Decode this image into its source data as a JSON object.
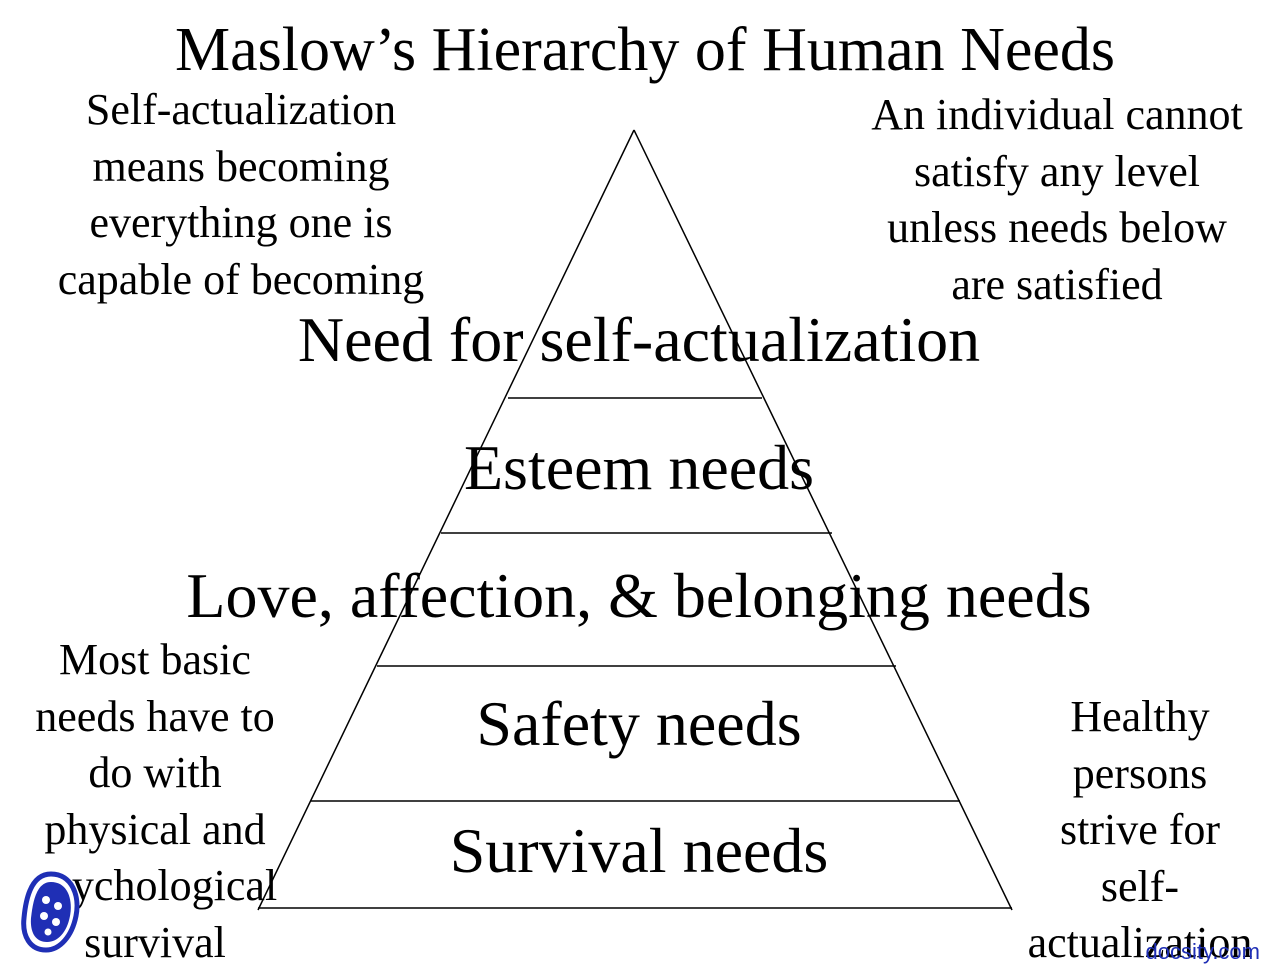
{
  "title": "Maslow’s Hierarchy of Human Needs",
  "notes": {
    "top_left": [
      "Self-actualization",
      "means becoming",
      "everything one is",
      "capable of becoming"
    ],
    "top_right": [
      "An individual cannot",
      "satisfy any level",
      "unless needs below",
      "are satisfied"
    ],
    "bottom_left": [
      "Most basic",
      "needs have to",
      "do with",
      "physical and",
      "psychological",
      "survival"
    ],
    "bottom_right": [
      "Healthy",
      "persons",
      "strive for",
      "self-",
      "actualization"
    ]
  },
  "pyramid": {
    "levels": [
      "Need for self-actualization",
      "Esteem needs",
      "Love, affection, & belonging needs",
      "Safety needs",
      "Survival needs"
    ]
  },
  "watermark": "docsity.com",
  "colors": {
    "text": "#000000",
    "background": "#ffffff",
    "watermark": "#1f2fb5"
  }
}
